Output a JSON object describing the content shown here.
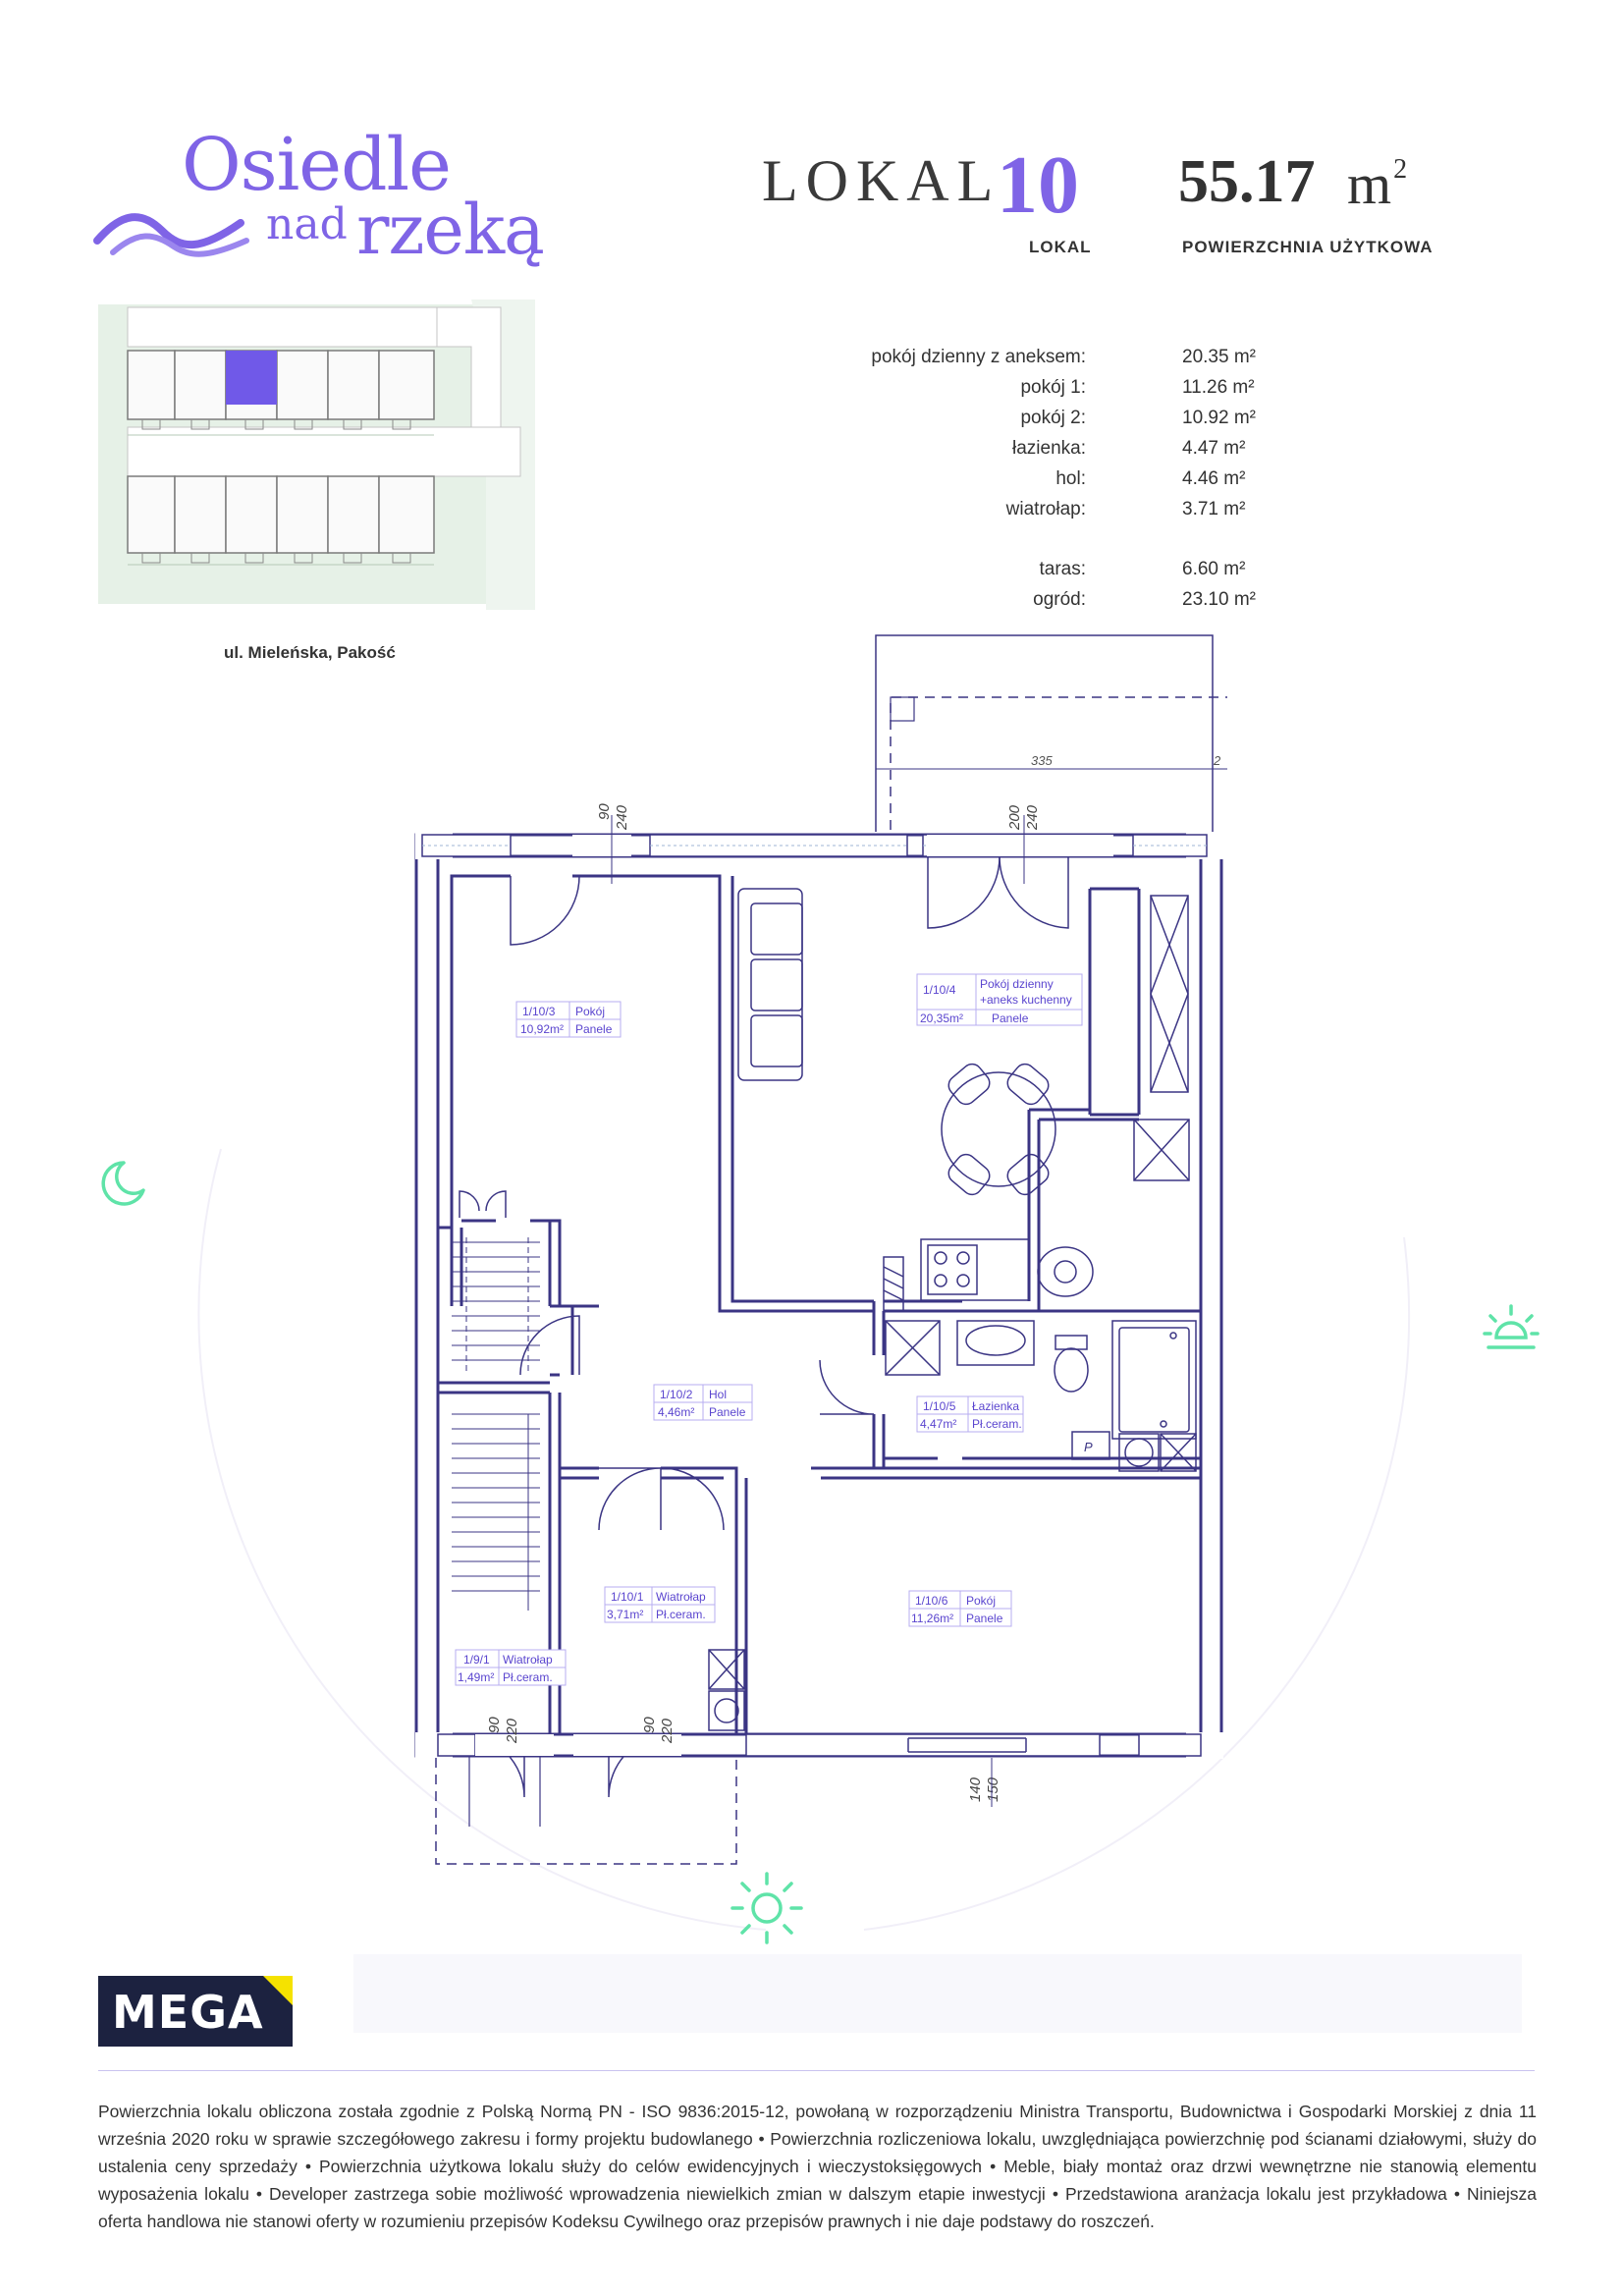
{
  "logo": {
    "line1": "Osiedle",
    "line2a": "nad",
    "line2b": "rzeką"
  },
  "header": {
    "lokal_title": "LOKAL",
    "lokal_number": "10",
    "lokal_label": "LOKAL",
    "area_value": "55.17",
    "area_unit": "m",
    "area_unit_exp": "2",
    "area_label": "POWIERZCHNIA UŻYTKOWA"
  },
  "rooms": [
    {
      "name": "pokój dzienny z aneksem:",
      "area": "20.35 m²"
    },
    {
      "name": "pokój 1:",
      "area": "11.26 m²"
    },
    {
      "name": "pokój 2:",
      "area": "10.92 m²"
    },
    {
      "name": "łazienka:",
      "area": "4.47 m²"
    },
    {
      "name": "hol:",
      "area": "4.46 m²"
    },
    {
      "name": "wiatrołap:",
      "area": "3.71 m²"
    }
  ],
  "outdoor": [
    {
      "name": "taras:",
      "area": "6.60 m²"
    },
    {
      "name": "ogród:",
      "area": "23.10 m²"
    }
  ],
  "address": "ul. Mieleńska, Pakość",
  "plan": {
    "dims": {
      "d335": "335",
      "d2": "2",
      "d90a": "90",
      "d240a": "240",
      "d200": "200",
      "d240b": "240",
      "d90b": "90",
      "d220a": "220",
      "d90c": "90",
      "d220b": "220",
      "d140": "140",
      "d150": "150"
    },
    "labels": {
      "r3": {
        "id": "1/10/3",
        "name": "Pokój",
        "area": "10,92m²",
        "floor": "Panele"
      },
      "r4": {
        "id": "1/10/4",
        "name1": "Pokój dzienny",
        "name2": "+aneks kuchenny",
        "area": "20,35m²",
        "floor": "Panele"
      },
      "r2": {
        "id": "1/10/2",
        "name": "Hol",
        "area": "4,46m²",
        "floor": "Panele"
      },
      "r5": {
        "id": "1/10/5",
        "name": "Łazienka",
        "area": "4,47m²",
        "floor": "Pł.ceram."
      },
      "r1": {
        "id": "1/10/1",
        "name": "Wiatrołap",
        "area": "3,71m²",
        "floor": "Pł.ceram."
      },
      "r6": {
        "id": "1/10/6",
        "name": "Pokój",
        "area": "11,26m²",
        "floor": "Panele"
      },
      "r91": {
        "id": "1/9/1",
        "name": "Wiatrołap",
        "area": "1,49m²",
        "floor": "Pł.ceram."
      },
      "p": "P"
    }
  },
  "icons": [
    "moon-icon",
    "sunrise-icon",
    "sun-icon"
  ],
  "footer": {
    "brand": "MEGA",
    "disclaimer": "Powierzchnia lokalu obliczona została zgodnie z Polską Normą PN - ISO 9836:2015-12, powołaną w rozporządzeniu Ministra Transportu, Budownictwa i Gospodarki Morskiej z dnia 11 września 2020 roku w sprawie szczegółowego zakresu i formy projektu budowlanego • Powierzchnia rozliczeniowa lokalu, uwzględniająca powierzchnię pod ścianami działowymi, służy do ustalenia ceny sprzedaży • Powierzchnia użytkowa lokalu służy do celów ewidencyjnych i wieczystoksięgowych • Meble, biały montaż oraz drzwi wewnętrzne nie stanowią elementu wyposażenia lokalu • Developer zastrzega sobie możliwość wprowadzenia niewielkich zmian w dalszym etapie inwestycji • Przedstawiona aranżacja lokalu jest przykładowa • Niniejsza oferta handlowa nie stanowi oferty w rozumieniu przepisów Kodeksu Cywilnego oraz przepisów prawnych i nie daje podstawy do roszczeń."
  },
  "colors": {
    "accent": "#7f64e6",
    "wall": "#3b3584",
    "icon_green": "#5fe3a8",
    "site_green": "#e6f1e7",
    "brand_navy": "#1c2240",
    "brand_yellow": "#f5e200"
  }
}
